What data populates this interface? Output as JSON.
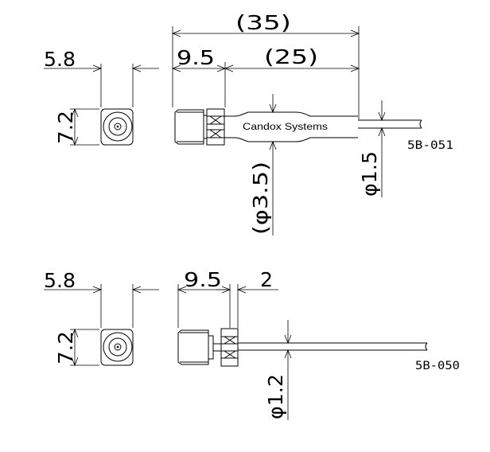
{
  "top_drawing": {
    "part_number": "5B-051",
    "brand_label": "Candox Systems",
    "dims": {
      "face_width": "5.8",
      "face_height": "7.2",
      "overall_length": "(35)",
      "connector_length": "9.5",
      "cable_length": "(25)",
      "sleeve_diameter": "(φ3.5)",
      "cable_diameter": "φ1.5"
    }
  },
  "bottom_drawing": {
    "part_number": "5B-050",
    "dims": {
      "face_width": "5.8",
      "face_height": "7.2",
      "connector_length": "9.5",
      "nut_width": "2",
      "cable_diameter": "φ1.2"
    }
  }
}
